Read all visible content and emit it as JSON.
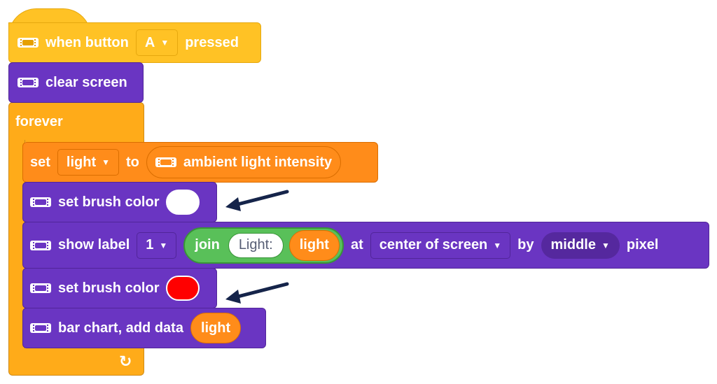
{
  "when_button": {
    "prefix": "when button",
    "button_value": "A",
    "suffix": "pressed"
  },
  "clear_screen": {
    "label": "clear screen"
  },
  "forever": {
    "label": "forever",
    "loop_glyph": "↻"
  },
  "set_var": {
    "set_label": "set",
    "variable": "light",
    "to_label": "to",
    "reporter": "ambient light intensity"
  },
  "brush1": {
    "label": "set brush color",
    "color": "#FFFFFF"
  },
  "show_label": {
    "label": "show label",
    "index": "1",
    "join_label": "join",
    "join_text": "Light:",
    "join_var": "light",
    "at_label": "at",
    "position": "center of screen",
    "by_label": "by",
    "align": "middle",
    "pixel_label": "pixel"
  },
  "brush2": {
    "label": "set brush color",
    "color": "#FF0000"
  },
  "bar_chart": {
    "label": "bar chart, add data",
    "var": "light"
  },
  "colors": {
    "events": "#FFC225",
    "purple": "#6A35C2",
    "orange": "#FF8C1A",
    "control": "#FFAB19",
    "green": "#59C059",
    "arrow": "#15244A"
  },
  "icons": [
    "extension-icon",
    "dropdown-arrow-icon",
    "loop-arrow-icon",
    "annotation-arrow-icon"
  ]
}
